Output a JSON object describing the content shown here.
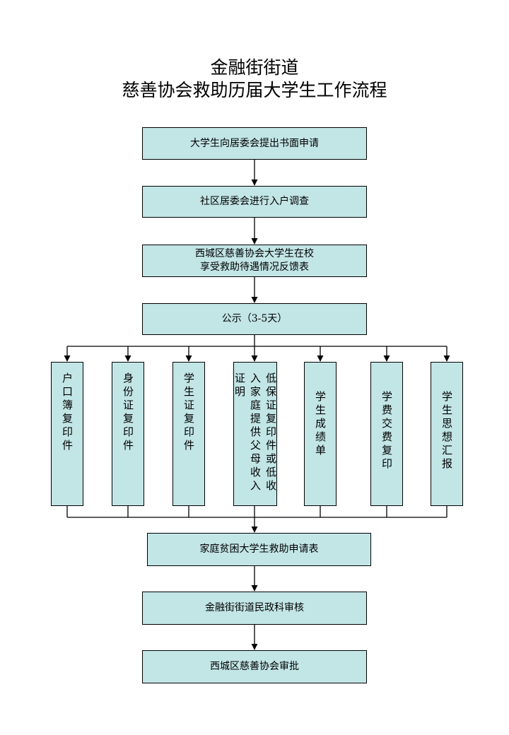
{
  "title": {
    "line1": "金融街街道",
    "line2": "慈善协会救助历届大学生工作流程"
  },
  "steps": {
    "step1": "大学生向居委会提出书面申请",
    "step2": "社区居委会进行入户调查",
    "step3_line1": "西城区慈善协会大学生在校",
    "step3_line2": "享受救助待遇情况反馈表",
    "step4": "公示（3-5天）",
    "step5": "家庭贫困大学生救助申请表",
    "step6": "金融街街道民政科审核",
    "step7": "西城区慈善协会审批"
  },
  "documents": [
    {
      "label": "户口簿复印件"
    },
    {
      "label": "身份证复印件"
    },
    {
      "label": "学生证复印件"
    },
    {
      "label": "低保证复印件或低收入家庭提供父母收入证明"
    },
    {
      "label": "学生成绩单"
    },
    {
      "label": "学费交费复印"
    },
    {
      "label": "学生思想汇报"
    }
  ],
  "colors": {
    "box_fill": "#c2e5e6",
    "line": "#000000"
  }
}
